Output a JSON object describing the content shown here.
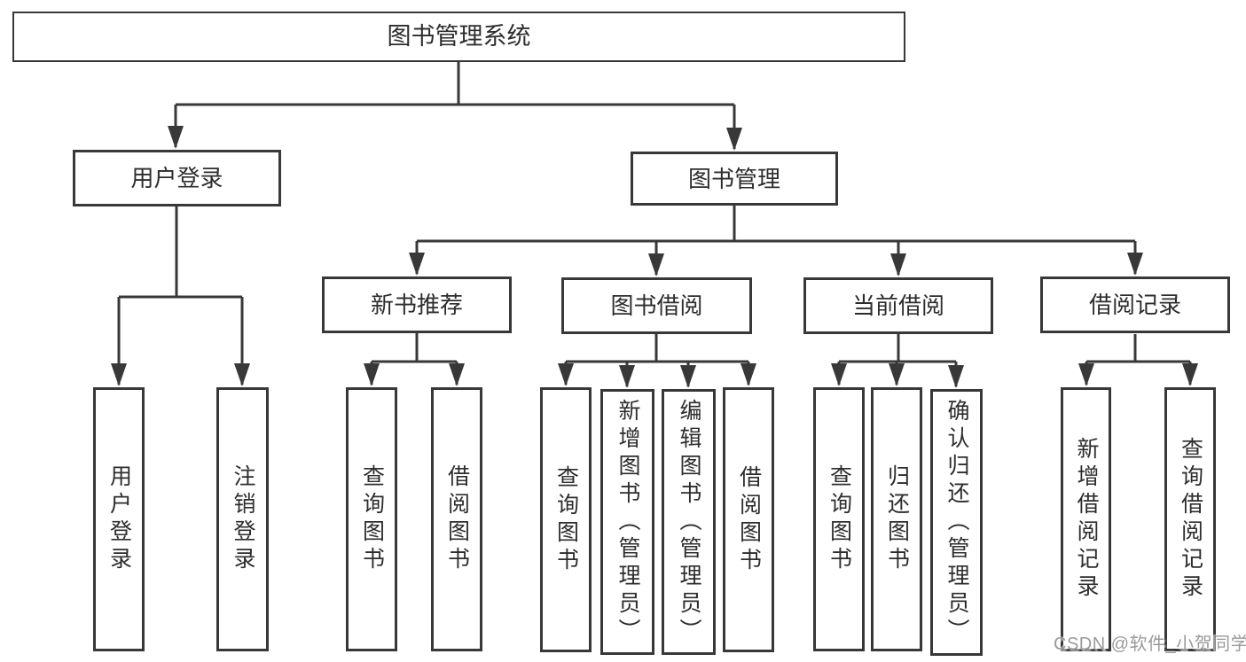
{
  "diagram": {
    "title": "图书管理系统",
    "root": {
      "label": "图书管理系统"
    },
    "branches": [
      {
        "label": "用户登录",
        "children": [
          {
            "label": "用户登录"
          },
          {
            "label": "注销登录"
          }
        ]
      },
      {
        "label": "图书管理",
        "groups": [
          {
            "label": "新书推荐",
            "children": [
              {
                "label": "查询图书"
              },
              {
                "label": "借阅图书"
              }
            ]
          },
          {
            "label": "图书借阅",
            "children": [
              {
                "label": "查询图书"
              },
              {
                "label": "新增图书（管理员）"
              },
              {
                "label": "编辑图书（管理员）"
              },
              {
                "label": "借阅图书"
              }
            ]
          },
          {
            "label": "当前借阅",
            "children": [
              {
                "label": "查询图书"
              },
              {
                "label": "归还图书"
              },
              {
                "label": "确认归还（管理员）"
              }
            ]
          },
          {
            "label": "借阅记录",
            "children": [
              {
                "label": "新增借阅记录"
              },
              {
                "label": "查询借阅记录"
              }
            ]
          }
        ]
      }
    ],
    "line_color": "#383838",
    "box_background": "#ffffff",
    "text_color": "#2d2d2d"
  },
  "watermark": {
    "text": "CSDN @软件_小贺同学",
    "color": "#9a9a9a"
  }
}
